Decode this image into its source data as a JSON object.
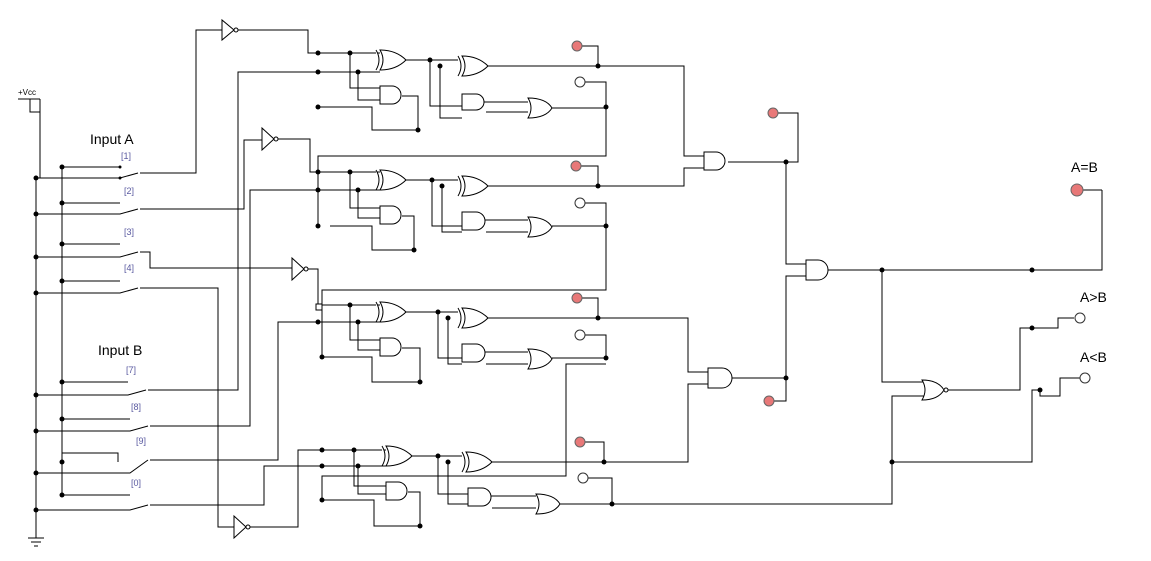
{
  "labels": {
    "vcc": "+Vcc",
    "input_a": "Input A",
    "input_b": "Input B",
    "out_eq": "A=B",
    "out_gt": "A>B",
    "out_lt": "A<B"
  },
  "switches": {
    "a": [
      "[1]",
      "[2]",
      "[3]",
      "[4]"
    ],
    "b": [
      "[7]",
      "[8]",
      "[9]",
      "[0]"
    ]
  },
  "colors": {
    "wire": "#000000",
    "led_on": "#e87878",
    "led_off": "#ffffff",
    "switch_label": "#5a5aa0"
  },
  "leds": {
    "bit_eq": [
      "on",
      "on",
      "on",
      "on"
    ],
    "bit_aux": [
      "off",
      "off",
      "off",
      "off"
    ],
    "mid_top": "on",
    "mid_bottom": "on",
    "out_eq": "on",
    "out_gt": "off",
    "out_lt": "off"
  }
}
